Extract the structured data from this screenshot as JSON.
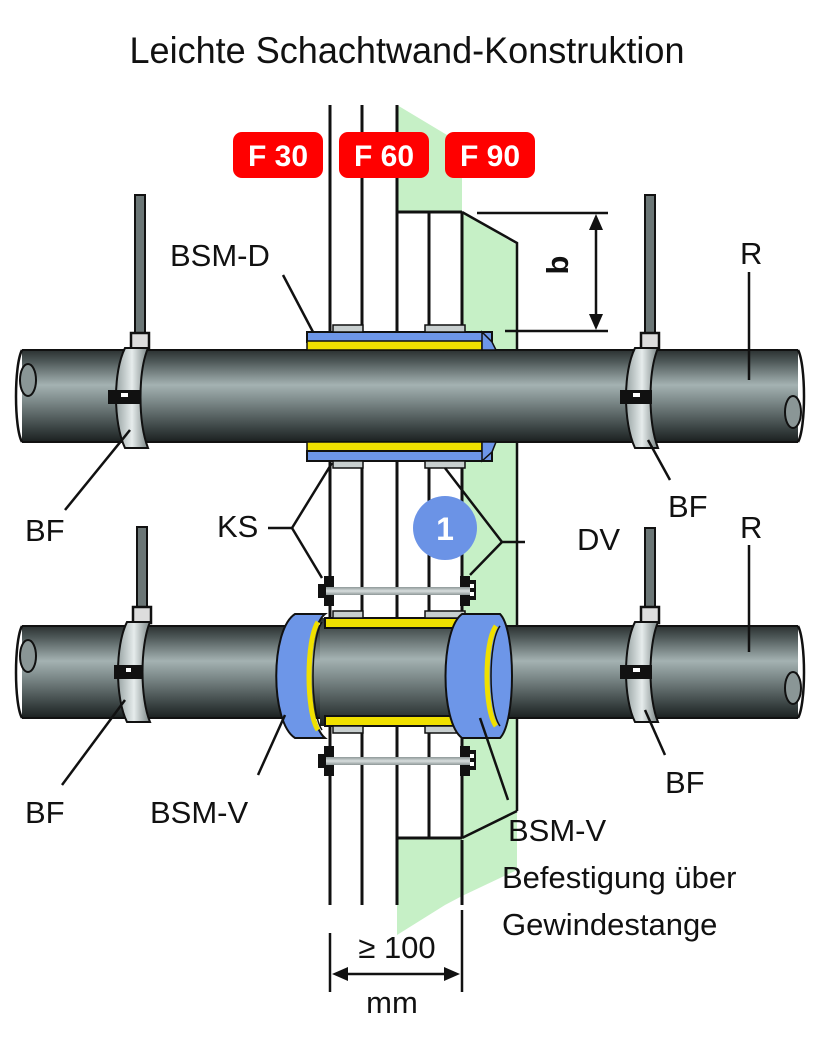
{
  "title": "Leichte Schachtwand-Konstruktion",
  "fire_ratings": [
    {
      "label": "F 30"
    },
    {
      "label": "F 60"
    },
    {
      "label": "F 90"
    }
  ],
  "labels": {
    "bsm_d": "BSM-D",
    "b": "b",
    "r_top": "R",
    "r_bottom": "R",
    "bf_top_left": "BF",
    "bf_top_right": "BF",
    "bf_bottom_left": "BF",
    "bf_bottom_right": "BF",
    "ks": "KS",
    "dv": "DV",
    "marker": "1",
    "bsm_v_left": "BSM-V",
    "bsm_v_right": "BSM-V",
    "fastening_line1": "Befestigung über",
    "fastening_line2": "Gewindestange",
    "dimension_value": "≥ 100",
    "dimension_unit": "mm"
  },
  "colors": {
    "badge_red": "#ff0000",
    "wall_green": "#c6f0c6",
    "sleeve_blue": "#6d96e8",
    "sleeve_yellow": "#f0e000",
    "marker_blue": "#6b93e6",
    "pipe_dark": "#3d4545",
    "pipe_light": "#9aa8a8",
    "line": "#111111"
  }
}
